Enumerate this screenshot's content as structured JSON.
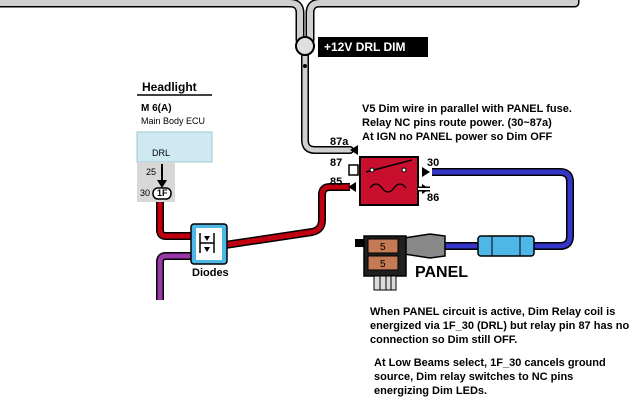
{
  "title": "+12V DRL DIM",
  "headlight": {
    "title": "Headlight",
    "module": "M 6(A)",
    "module_sub": "Main Body ECU",
    "label": "DRL",
    "pin_num": "25",
    "connector_num": "30",
    "connector_label": "1F"
  },
  "diodes_label": "Diodes",
  "relay": {
    "pin_87a": "87a",
    "pin_87": "87",
    "pin_85": "85",
    "pin_30": "30",
    "pin_86": "86"
  },
  "fuse": {
    "label": "PANEL",
    "value_top": "5",
    "value_bottom": "5"
  },
  "notes": {
    "note1": [
      "V5 Dim wire in parallel with PANEL fuse.",
      "Relay NC pins route power. (30~87a)",
      "At IGN no PANEL power so Dim OFF"
    ],
    "note2": [
      "When PANEL circuit is active, Dim Relay coil is",
      "energized via 1F_30 (DRL) but relay pin 87 has no",
      "connection so Dim still OFF."
    ],
    "note3": [
      "At Low Beams select, 1F_30 cancels ground",
      "source, Dim relay switches to NC pins",
      "energizing Dim LEDs."
    ]
  },
  "colors": {
    "red_wire": "#c00010",
    "blue_wire": "#3535c8",
    "purple_wire": "#9a38a8",
    "gray_wire": "#c8c8c8",
    "relay_body": "#c8102e",
    "ecu_box": "#cfe9f3"
  }
}
